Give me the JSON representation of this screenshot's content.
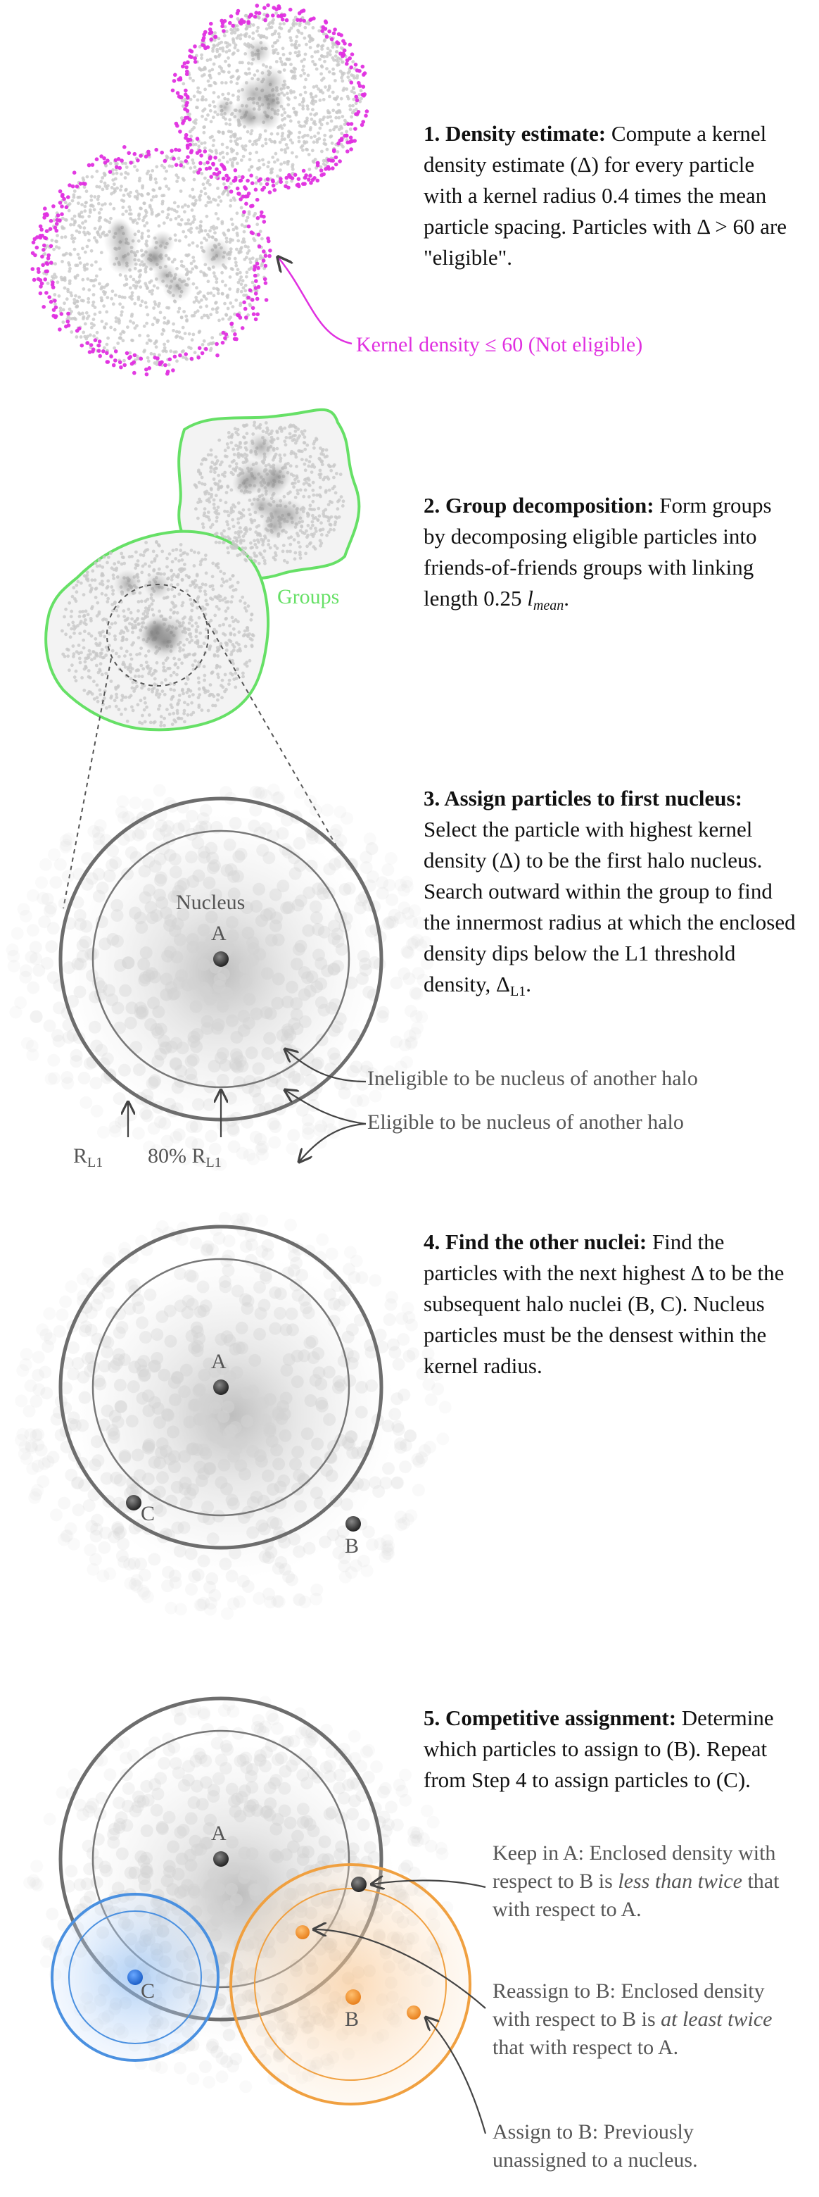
{
  "steps": [
    {
      "title": "1. Density estimate:",
      "body": "Compute a kernel density estimate (Δ) for every particle with a kernel radius 0.4 times the mean particle spacing. Particles with Δ > 60 are \"eligible\"."
    },
    {
      "title": "2. Group decomposition:",
      "body_pre": "Form groups by decomposing eligible particles into friends-of-friends groups with linking length 0.25 ",
      "body_l": "l",
      "body_sub": "mean",
      "body_post": "."
    },
    {
      "title": "3. Assign particles to first nucleus:",
      "body_pre": "Select the particle with highest kernel density (Δ) to be the first halo nucleus. Search outward within the group to find the innermost radius at which the enclosed density dips below the L1 threshold density, Δ",
      "body_sub": "L1",
      "body_post": "."
    },
    {
      "title": "4. Find the other nuclei:",
      "body": "Find the particles with the next highest Δ to be the subsequent halo nuclei (B, C). Nucleus particles must be the densest within the kernel radius."
    },
    {
      "title": "5. Competitive assignment:",
      "body": "Determine which particles to assign to (B). Repeat from Step 4 to assign particles to (C)."
    }
  ],
  "labels": {
    "not_eligible": "Kernel density ≤ 60 (Not eligible)",
    "groups": "Groups",
    "nucleus": "Nucleus",
    "a": "A",
    "b": "B",
    "c": "C",
    "ineligible": "Ineligible to be nucleus of another halo",
    "eligible": "Eligible to be nucleus of another halo",
    "r_l1_main": "R",
    "r_l1_sub": "L1",
    "r80_main": "80% R",
    "r80_sub": "L1"
  },
  "annotations": {
    "keep_pre": "Keep in A: Enclosed density with respect to B is ",
    "keep_em": "less than twice",
    "keep_post": " that with respect to A.",
    "reassign_pre": "Reassign to B: Enclosed density with respect to B is ",
    "reassign_em": "at least twice",
    "reassign_post": " that with respect to A.",
    "assign": "Assign to B: Previously unassigned to a nucleus."
  },
  "colors": {
    "magenta": "#e030e0",
    "green": "#66e066",
    "blue": "#4a90e0",
    "orange": "#f0a040",
    "gray_ring": "#777777"
  }
}
